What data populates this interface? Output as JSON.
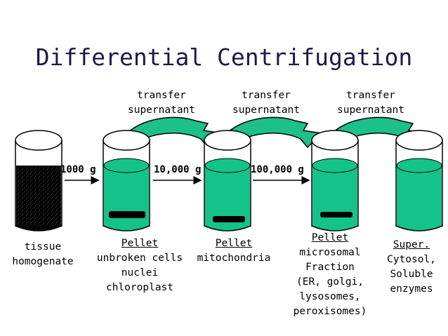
{
  "title": "Differential Centrifugation",
  "transfers": [
    {
      "line1": "transfer",
      "line2": "supernatant"
    },
    {
      "line1": "transfer",
      "line2": "supernatant"
    },
    {
      "line1": "transfer",
      "line2": "supernatant"
    }
  ],
  "speeds": [
    "1000 g",
    "10,000 g",
    "100,000 g"
  ],
  "labels": {
    "tissue": {
      "line1": "tissue",
      "line2": "homogenate"
    },
    "pellet1": {
      "head": "Pellet",
      "line1": "unbroken cells",
      "line2": "nuclei",
      "line3": "chloroplast"
    },
    "pellet2": {
      "head": "Pellet",
      "line1": "mitochondria"
    },
    "pellet3": {
      "head": "Pellet",
      "line1": "microsomal",
      "line2": "Fraction",
      "line3": "(ER, golgi,",
      "line4": "lysosomes,",
      "line5": "peroxisomes)"
    },
    "super": {
      "head": "Super.",
      "line1": "Cytosol,",
      "line2": "Soluble",
      "line3": "enzymes"
    }
  },
  "colors": {
    "liquid": "#14c389",
    "arrow_fill": "#1cc08a",
    "title": "#1a1a4a",
    "homogenate": "#0a0a0a",
    "pellet": "#000000"
  }
}
